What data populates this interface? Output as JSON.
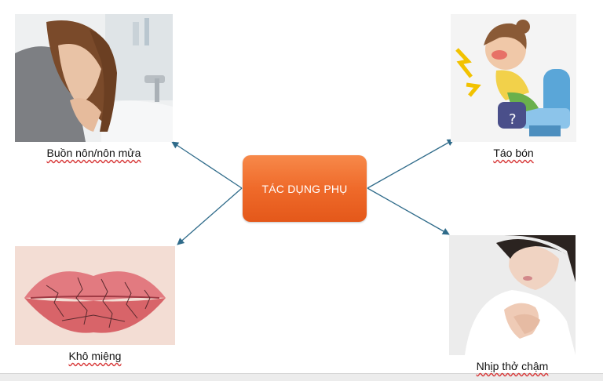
{
  "diagram": {
    "center": {
      "label": "TÁC DỤNG PHỤ"
    },
    "effects": [
      {
        "label": "Buồn nôn/nôn mửa",
        "icon": "nausea-photo"
      },
      {
        "label": "Táo bón",
        "icon": "constipation-illustration"
      },
      {
        "label": "Khô miệng",
        "icon": "dry-lips-photo"
      },
      {
        "label": "Nhịp thở chậm",
        "icon": "chest-breathing-photo"
      }
    ]
  },
  "colors": {
    "center_fill": "#ef6a2a",
    "arrow": "#2f6b8a",
    "caption_underline": "#d83a3a"
  }
}
